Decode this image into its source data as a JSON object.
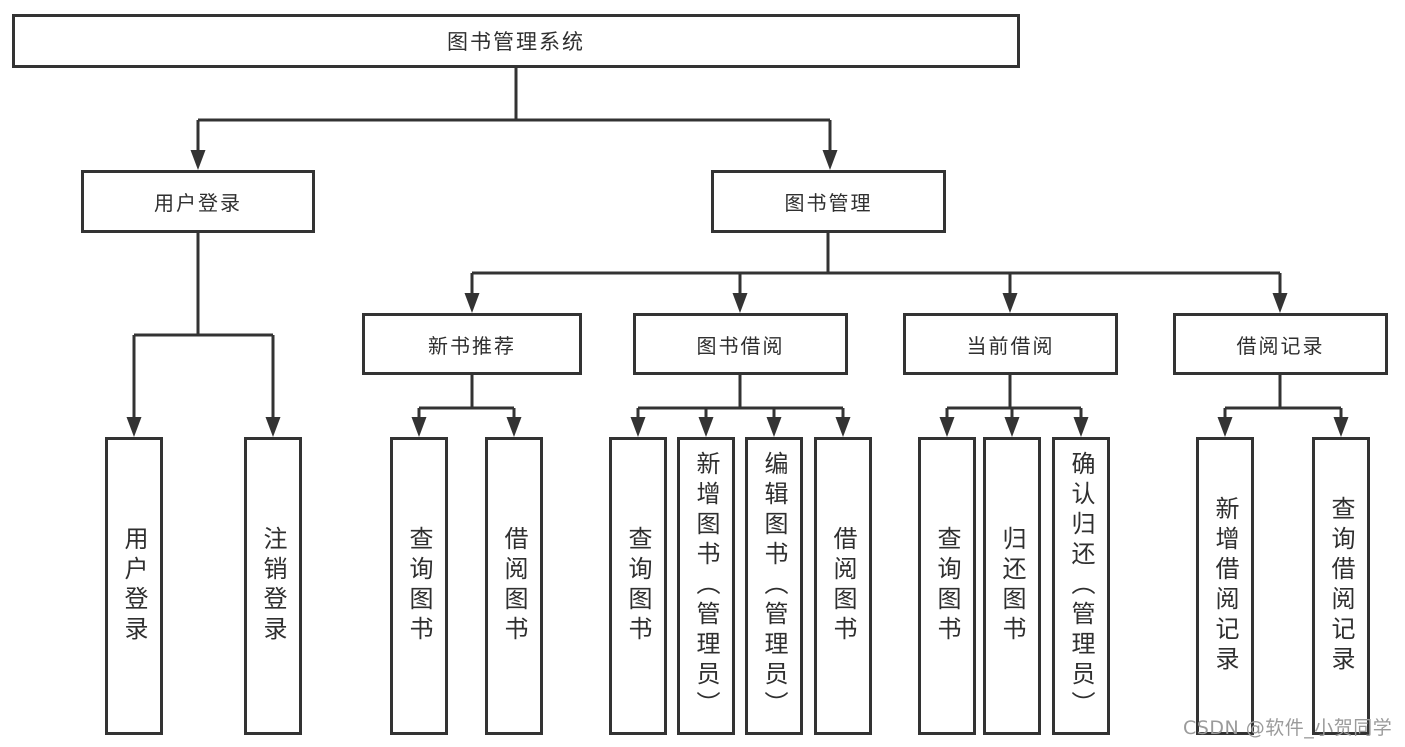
{
  "tree": {
    "root": {
      "label": "图书管理系统",
      "children": [
        {
          "label": "用户登录",
          "children": [
            {
              "label": "用户登录"
            },
            {
              "label": "注销登录"
            }
          ]
        },
        {
          "label": "图书管理",
          "children": [
            {
              "label": "新书推荐",
              "children": [
                {
                  "label": "查询图书"
                },
                {
                  "label": "借阅图书"
                }
              ]
            },
            {
              "label": "图书借阅",
              "children": [
                {
                  "label": "查询图书"
                },
                {
                  "label": "新增图书（管理员）"
                },
                {
                  "label": "编辑图书（管理员）"
                },
                {
                  "label": "借阅图书"
                }
              ]
            },
            {
              "label": "当前借阅",
              "children": [
                {
                  "label": "查询图书"
                },
                {
                  "label": "归还图书"
                },
                {
                  "label": "确认归还（管理员）"
                }
              ]
            },
            {
              "label": "借阅记录",
              "children": [
                {
                  "label": "新增借阅记录"
                },
                {
                  "label": "查询借阅记录"
                }
              ]
            }
          ]
        }
      ]
    }
  },
  "watermark": {
    "text": "CSDN @软件_小贺同学"
  },
  "colors": {
    "line": "#333333",
    "box_border": "#333333",
    "text": "#2f2f2f",
    "watermark": "#9b9b9b",
    "background": "#ffffff"
  }
}
